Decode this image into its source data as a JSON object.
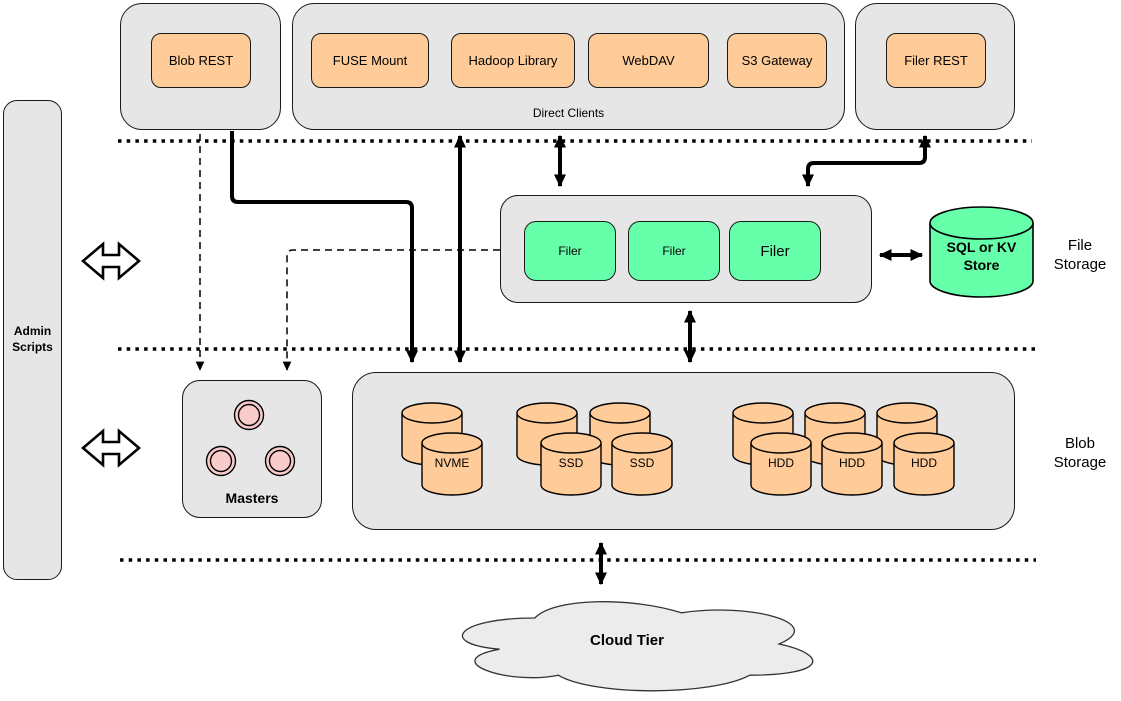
{
  "admin_panel": {
    "label": "Admin\nScripts"
  },
  "top_row": {
    "blob_rest_group": {
      "box": "Blob REST"
    },
    "direct_clients_group": {
      "caption": "Direct Clients",
      "boxes": [
        "FUSE Mount",
        "Hadoop Library",
        "WebDAV",
        "S3 Gateway"
      ]
    },
    "filer_rest_group": {
      "box": "Filer REST"
    }
  },
  "file_storage_tier": {
    "section_label": "File\nStorage",
    "filer_boxes": [
      "Filer",
      "Filer",
      "Filer"
    ],
    "metadata_store": "SQL or KV\nStore"
  },
  "blob_storage_tier": {
    "section_label": "Blob\nStorage",
    "masters_label": "Masters",
    "disk_labels": [
      "NVME",
      "SSD",
      "SSD",
      "HDD",
      "HDD",
      "HDD"
    ]
  },
  "cloud_tier": {
    "label": "Cloud Tier"
  },
  "colors": {
    "container_fill": "#E6E6E6",
    "box_orange": "#FFCC99",
    "box_green": "#66FFAA",
    "node_pink": "#F8CCCB",
    "cloud_fill": "#ECECEC",
    "stroke": "#1A1A1A"
  }
}
